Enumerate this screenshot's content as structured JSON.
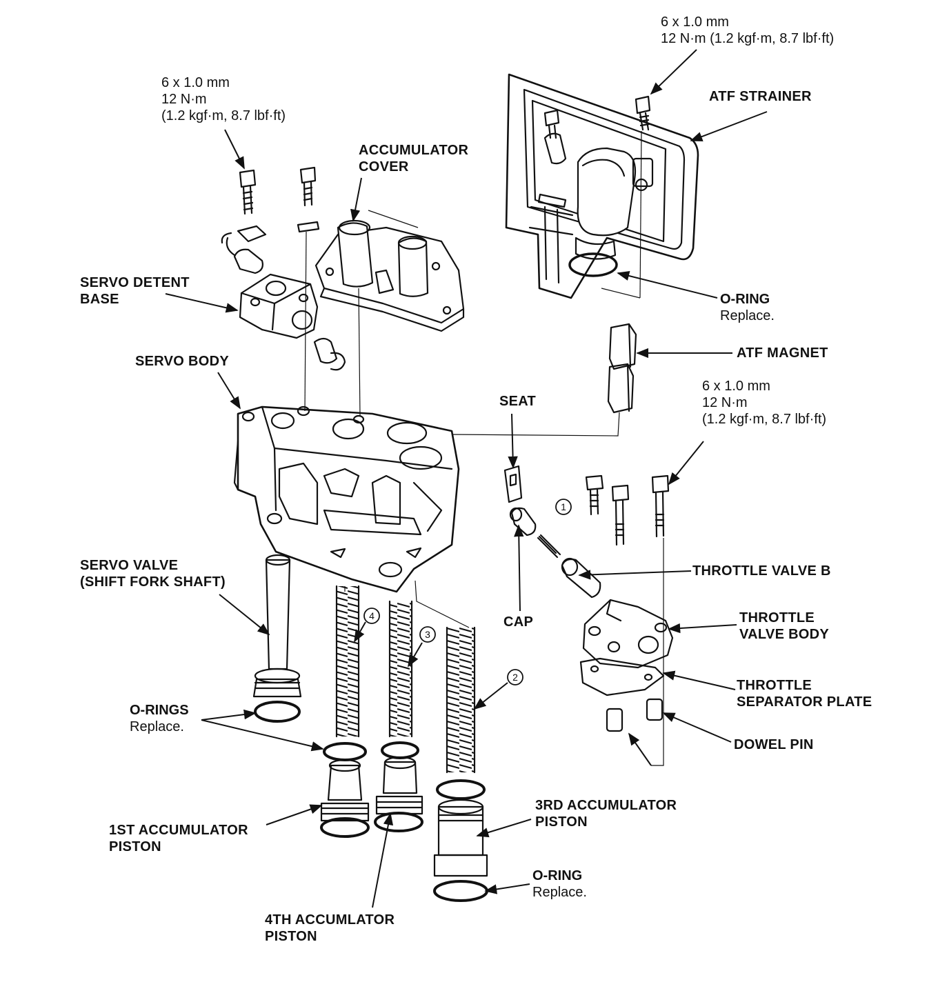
{
  "labels": {
    "top_bolt_spec": {
      "size": "6 x 1.0 mm",
      "torque": "12 N·m (1.2 kgf·m, 8.7 lbf·ft)"
    },
    "left_bolt_spec": {
      "size": "6 x 1.0 mm",
      "torque": "12 N·m",
      "torque_alt": "(1.2 kgf·m, 8.7 lbf·ft)"
    },
    "right_bolt_spec": {
      "size": "6 x 1.0 mm",
      "torque": "12 N·m",
      "torque_alt": "(1.2 kgf·m, 8.7 lbf·ft)"
    },
    "accumulator_cover": {
      "line1": "ACCUMULATOR",
      "line2": "COVER"
    },
    "atf_strainer": "ATF STRAINER",
    "o_ring_strainer": {
      "name": "O-RING",
      "note": "Replace."
    },
    "atf_magnet": "ATF MAGNET",
    "servo_detent_base": {
      "line1": "SERVO DETENT",
      "line2": "BASE"
    },
    "servo_body": "SERVO BODY",
    "seat": "SEAT",
    "cap": "CAP",
    "throttle_valve_b": "THROTTLE VALVE B",
    "throttle_valve_body": {
      "line1": "THROTTLE",
      "line2": "VALVE BODY"
    },
    "throttle_separator_plate": {
      "line1": "THROTTLE",
      "line2": "SEPARATOR PLATE"
    },
    "dowel_pin": "DOWEL PIN",
    "servo_valve": {
      "line1": "SERVO VALVE",
      "line2": "(SHIFT FORK SHAFT)"
    },
    "o_rings_left": {
      "name": "O-RINGS",
      "note": "Replace."
    },
    "first_accumulator_piston": {
      "line1": "1ST ACCUMULATOR",
      "line2": "PISTON"
    },
    "fourth_accumulator_piston": {
      "line1": "4TH ACCUMLATOR",
      "line2": "PISTON"
    },
    "third_accumulator_piston": {
      "line1": "3RD ACCUMULATOR",
      "line2": "PISTON"
    },
    "o_ring_bottom": {
      "name": "O-RING",
      "note": "Replace."
    }
  },
  "callouts": {
    "spring_1": "1",
    "spring_2": "2",
    "spring_3": "3",
    "spring_4": "4"
  },
  "colors": {
    "ink": "#111111",
    "paper": "#ffffff"
  }
}
